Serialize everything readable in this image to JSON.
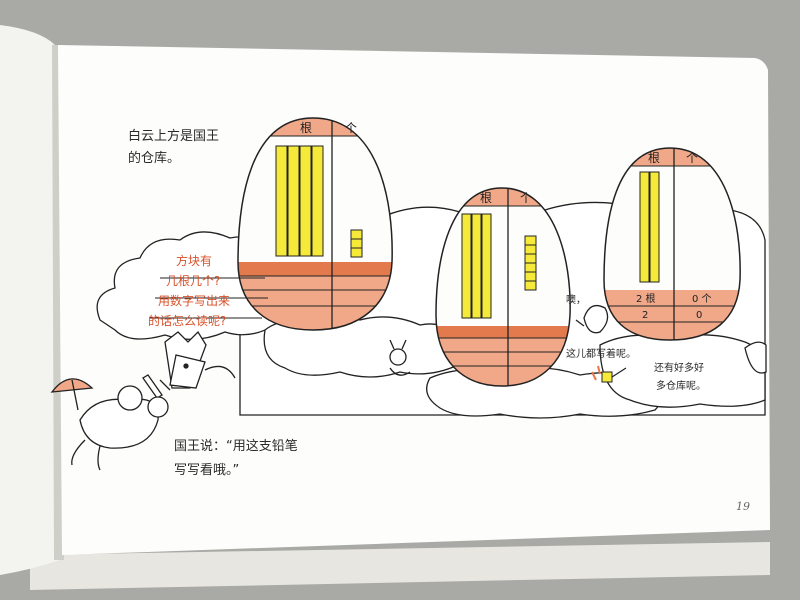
{
  "page": {
    "intro_line1": "白云上方是国王",
    "intro_line2": "的仓库。",
    "bubble_line1": "方块有",
    "bubble_line2": "几根几个?",
    "bubble_line3": "用数字写出来",
    "bubble_line4": "的话怎么读呢?",
    "king_line1": "国王说：“用这支铅笔",
    "king_line2": "写写看哦。”",
    "ant_oh": "噢，",
    "ant_write": "这儿都写着呢。",
    "more_line1": "还有好多好",
    "more_line2": "多仓库呢。",
    "page_number": "19"
  },
  "warehouses": [
    {
      "header_tens": "根",
      "header_ones": "个",
      "tens": 4,
      "ones": 3,
      "row1_tens": "",
      "row1_ones": "",
      "row2_tens": "",
      "row2_ones": ""
    },
    {
      "header_tens": "根",
      "header_ones": "个",
      "tens": 3,
      "ones": 6,
      "row1_tens": "",
      "row1_ones": "",
      "row2_tens": "",
      "row2_ones": ""
    },
    {
      "header_tens": "根",
      "header_ones": "个",
      "tens": 2,
      "ones": 0,
      "row1_tens": "2 根",
      "row1_ones": "0 个",
      "row2_tens": "2",
      "row2_ones": "0"
    }
  ],
  "colors": {
    "orange": "#f0a888",
    "dark_orange": "#e27a4e",
    "yellow": "#f5ea3a",
    "paper": "#fdfdfb",
    "line": "#222222",
    "red_text": "#d8502a"
  }
}
